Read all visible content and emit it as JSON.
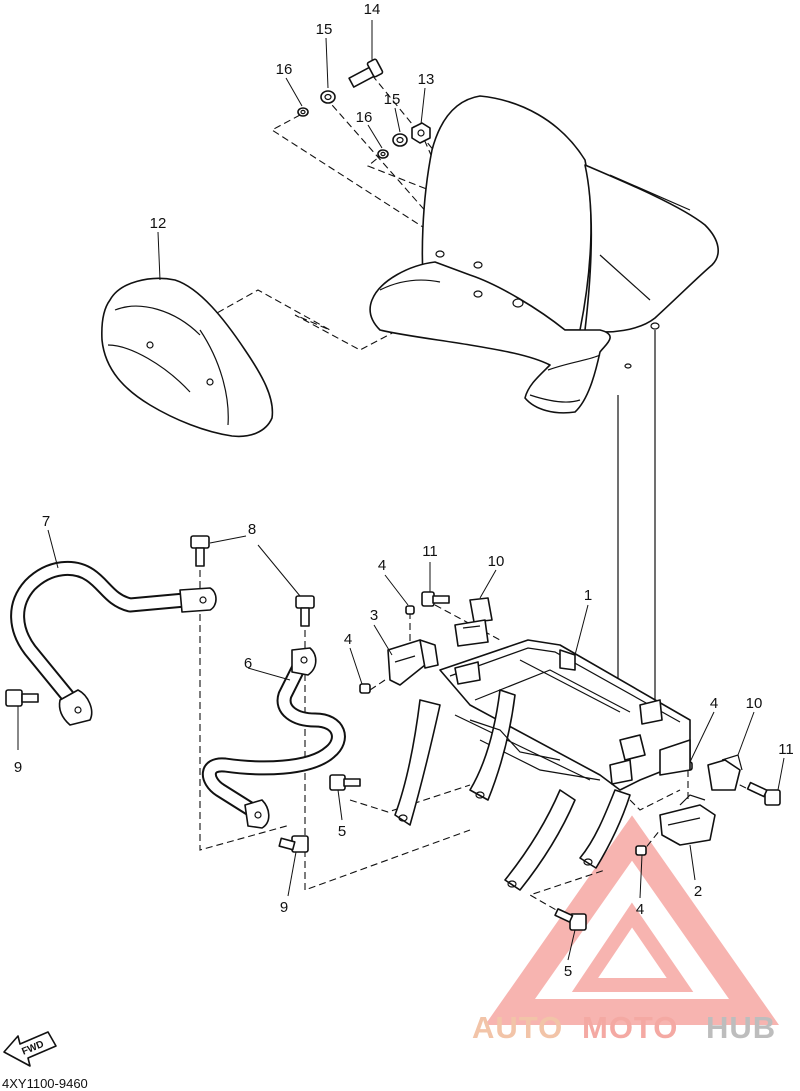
{
  "diagram": {
    "callouts": [
      {
        "id": "c14",
        "label": "14"
      },
      {
        "id": "c15a",
        "label": "15"
      },
      {
        "id": "c16a",
        "label": "16"
      },
      {
        "id": "c15b",
        "label": "15"
      },
      {
        "id": "c13",
        "label": "13"
      },
      {
        "id": "c16b",
        "label": "16"
      },
      {
        "id": "c12",
        "label": "12"
      },
      {
        "id": "c7",
        "label": "7"
      },
      {
        "id": "c8",
        "label": "8"
      },
      {
        "id": "c4a",
        "label": "4"
      },
      {
        "id": "c11a",
        "label": "11"
      },
      {
        "id": "c10a",
        "label": "10"
      },
      {
        "id": "c1",
        "label": "1"
      },
      {
        "id": "c3",
        "label": "3"
      },
      {
        "id": "c4b",
        "label": "4"
      },
      {
        "id": "c6",
        "label": "6"
      },
      {
        "id": "c9a",
        "label": "9"
      },
      {
        "id": "c4c",
        "label": "4"
      },
      {
        "id": "c10b",
        "label": "10"
      },
      {
        "id": "c11b",
        "label": "11"
      },
      {
        "id": "c5a",
        "label": "5"
      },
      {
        "id": "c2",
        "label": "2"
      },
      {
        "id": "c9b",
        "label": "9"
      },
      {
        "id": "c4d",
        "label": "4"
      },
      {
        "id": "c5b",
        "label": "5"
      }
    ],
    "fwd_label": "FWD",
    "diagram_code": "4XY1100-9460"
  },
  "watermark": {
    "word_1": "AUTO",
    "word_2": "MOTO",
    "word_3": "HUB",
    "colors": {
      "auto": "#f2c4a8",
      "moto": "#f4a9a3",
      "hub": "#bdbdbd",
      "triangle": "#f49b96"
    }
  }
}
